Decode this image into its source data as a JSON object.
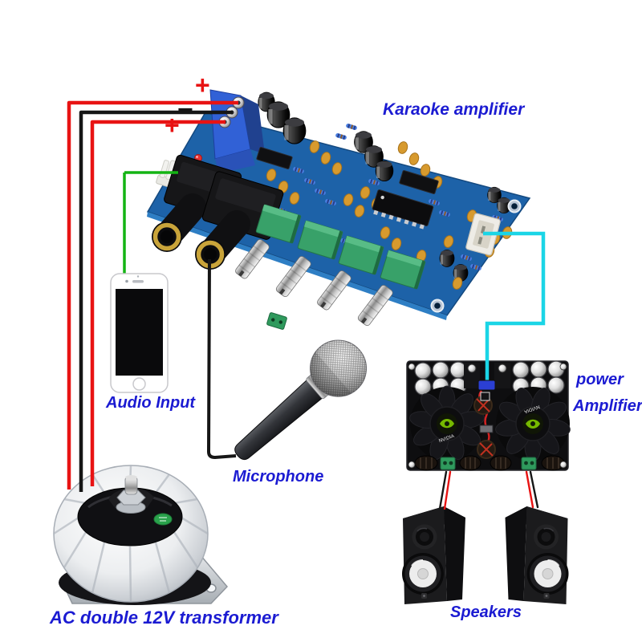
{
  "scene": {
    "title": "Karaoke amplifier wiring diagram",
    "background": "#ffffff"
  },
  "labels": {
    "karaoke_amplifier": "Karaoke amplifier",
    "audio_input": "Audio Input",
    "microphone": "Microphone",
    "transformer": "AC double 12V transformer",
    "power_amp_line1": "power",
    "power_amp_line2": "Amplifier",
    "speakers": "Speakers",
    "terminal_plus_top": "+",
    "terminal_minus": "−",
    "terminal_plus_bottom": "+",
    "fan_logo": "NVIDIA"
  },
  "colors": {
    "label_blue": "#1b1bd2",
    "plus_red": "#e81313",
    "minus_black": "#141414",
    "wire_red": "#e81313",
    "wire_black": "#161616",
    "wire_green": "#13b413",
    "wire_cyan": "#1ad5e6",
    "pcb_blue": "#1d62a8",
    "pot_green": "#38a169",
    "nvidia_green": "#76b900"
  },
  "components": [
    {
      "id": "karaoke-amplifier-board",
      "label": "Karaoke amplifier"
    },
    {
      "id": "audio-input-phone",
      "label": "Audio Input"
    },
    {
      "id": "microphone",
      "label": "Microphone"
    },
    {
      "id": "ac-transformer",
      "label": "AC double 12V transformer"
    },
    {
      "id": "power-amplifier-board",
      "label": "power Amplifier"
    },
    {
      "id": "speakers",
      "label": "Speakers"
    }
  ],
  "connections": [
    {
      "from": "ac-transformer",
      "to": "karaoke-amplifier-board",
      "via": "red / black / red power wires",
      "markings": "+ − +"
    },
    {
      "from": "audio-input-phone",
      "to": "karaoke-amplifier-board",
      "via": "green audio wire"
    },
    {
      "from": "microphone",
      "to": "karaoke-amplifier-board",
      "via": "black cable into 6.35mm jack"
    },
    {
      "from": "karaoke-amplifier-board",
      "to": "power-amplifier-board",
      "via": "cyan signal wire"
    },
    {
      "from": "power-amplifier-board",
      "to": "speakers",
      "via": "red and black speaker wire pairs"
    }
  ]
}
